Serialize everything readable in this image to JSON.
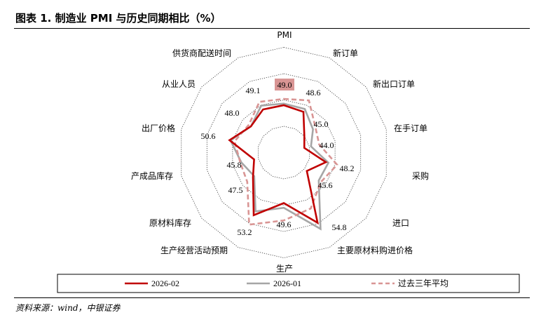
{
  "title": "图表 1. 制造业 PMI 与历史同期相比（%）",
  "source": "资料来源：wind，中银证券",
  "chart_data": {
    "type": "radar",
    "axes": [
      "PMI",
      "新订单",
      "新出口订单",
      "在手订单",
      "采购",
      "进口",
      "主要原材料购进价格",
      "生产",
      "生产经营活动预期",
      "原材料库存",
      "产成品库存",
      "出厂价格",
      "从业人员",
      "供货商配送时间"
    ],
    "range": [
      40,
      60
    ],
    "rings": [
      45,
      50,
      55,
      60
    ],
    "grid": true,
    "legend_placement": "bottom",
    "series": [
      {
        "name": "2026-02",
        "color": "#c00000",
        "style": "solid",
        "values": [
          49.0,
          48.6,
          45.0,
          44.0,
          48.2,
          45.6,
          54.8,
          49.6,
          53.2,
          47.5,
          45.8,
          50.6,
          48.0,
          49.1
        ]
      },
      {
        "name": "2026-01",
        "color": "#a6a6a6",
        "style": "solid",
        "values": [
          49.3,
          49.2,
          47.1,
          45.3,
          48.7,
          48.5,
          56.1,
          50.5,
          52.4,
          47.2,
          48.3,
          50.4,
          48.0,
          49.9
        ]
      },
      {
        "name": "过去三年平均",
        "color": "#d99594",
        "style": "dashed",
        "values": [
          50.2,
          51.0,
          47.7,
          46.9,
          50.4,
          49.0,
          51.8,
          52.9,
          55.2,
          48.9,
          48.5,
          49.6,
          48.5,
          50.7
        ]
      }
    ],
    "data_labels": [
      "49.0",
      "48.6",
      "45.0",
      "44.0",
      "48.2",
      "45.6",
      "54.8",
      "49.6",
      "53.2",
      "47.5",
      "45.8",
      "50.6",
      "48.0",
      "49.1"
    ],
    "highlighted_label": "49.0",
    "highlight_color": "#d99594"
  }
}
